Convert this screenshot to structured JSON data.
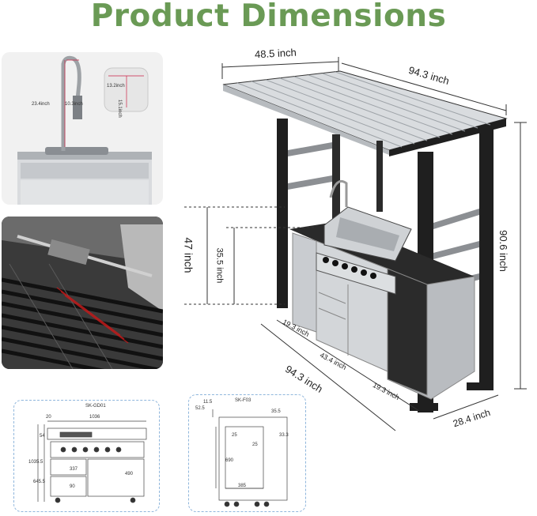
{
  "title": "Product Dimensions",
  "sink_panel": {
    "faucet_height": "23.4inch",
    "spout_reach": "10.3inch",
    "sink_width": "13.2inch",
    "sink_depth": "15.1inch"
  },
  "main_dims": {
    "roof_width": "48.5 inch",
    "roof_length": "94.3 inch",
    "total_height": "90.6 inch",
    "counter_height": "47 inch",
    "grill_height": "35.5 inch",
    "left_seg": "19.3 inch",
    "mid_seg": "43.4 inch",
    "right_seg": "19.3 inch",
    "base_length": "94.3 inch",
    "base_depth": "28.4 inch"
  },
  "drawing_left": {
    "model": "SK-GD01",
    "top": "1036",
    "d1": "20",
    "d2": "54",
    "d3": "490",
    "d4": "1035.5",
    "d5": "645.5",
    "d6": "337",
    "d7": "90"
  },
  "drawing_right": {
    "model": "SK-F03",
    "d1": "52.5",
    "d2": "11.5",
    "d3": "35.5",
    "d4": "25",
    "d5": "33.3",
    "d6": "690",
    "d7": "385",
    "d8": "25"
  },
  "colors": {
    "title": "#6a9a55",
    "frame": "#1f1f1f",
    "steel": "#c9ccd0",
    "blueprint_border": "#8fb6dc"
  }
}
